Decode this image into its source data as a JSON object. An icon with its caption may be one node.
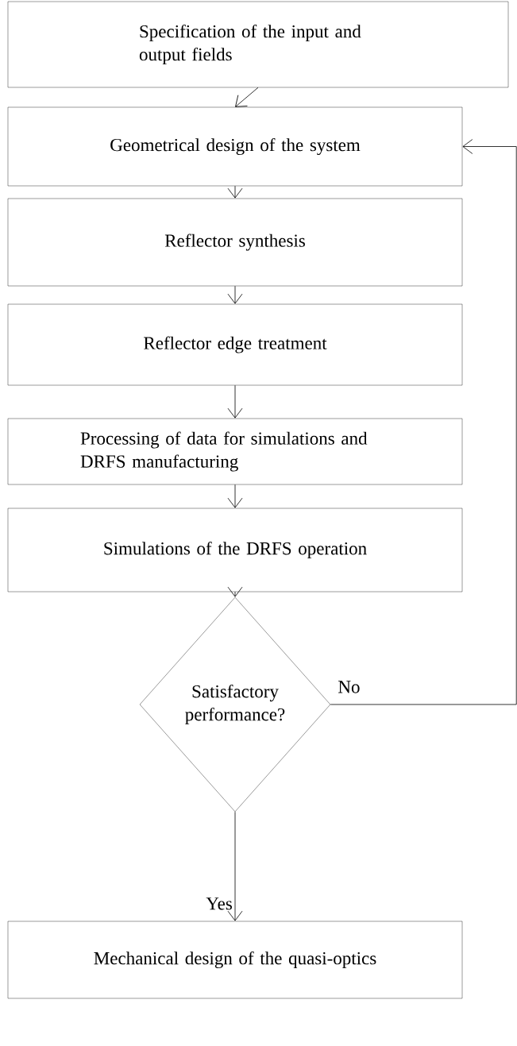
{
  "diagram": {
    "nodes": [
      {
        "text": [
          "Specification of the input and output fields"
        ]
      },
      {
        "text": [
          "Geometrical design of the system"
        ]
      },
      {
        "text": [
          "Reflector synthesis"
        ]
      },
      {
        "text": [
          "Reflector edge treatment"
        ]
      },
      {
        "text": [
          "Processing of data for simulations and DRFS manufacturing"
        ]
      },
      {
        "text": [
          "Simulations of the DRFS operation"
        ]
      },
      {
        "text": [
          "Satisfactory performance?"
        ]
      },
      {
        "text": [
          "Mechanical design of the quasi-optics"
        ]
      }
    ],
    "edges": [
      {
        "from": 0,
        "to": 1,
        "arrow": "to"
      },
      {
        "from": 1,
        "to": 2,
        "arrow": "to"
      },
      {
        "from": 2,
        "to": 3,
        "arrow": "to"
      },
      {
        "from": 3,
        "to": 4,
        "arrow": "to"
      },
      {
        "from": 4,
        "to": 5,
        "arrow": "to"
      },
      {
        "from": 5,
        "to": 6,
        "arrow": "to"
      },
      {
        "from": 6,
        "to": 7,
        "arrow": "to",
        "label": "Yes"
      },
      {
        "from": 6,
        "to": 1,
        "arrow": "to",
        "label": "No"
      }
    ]
  }
}
